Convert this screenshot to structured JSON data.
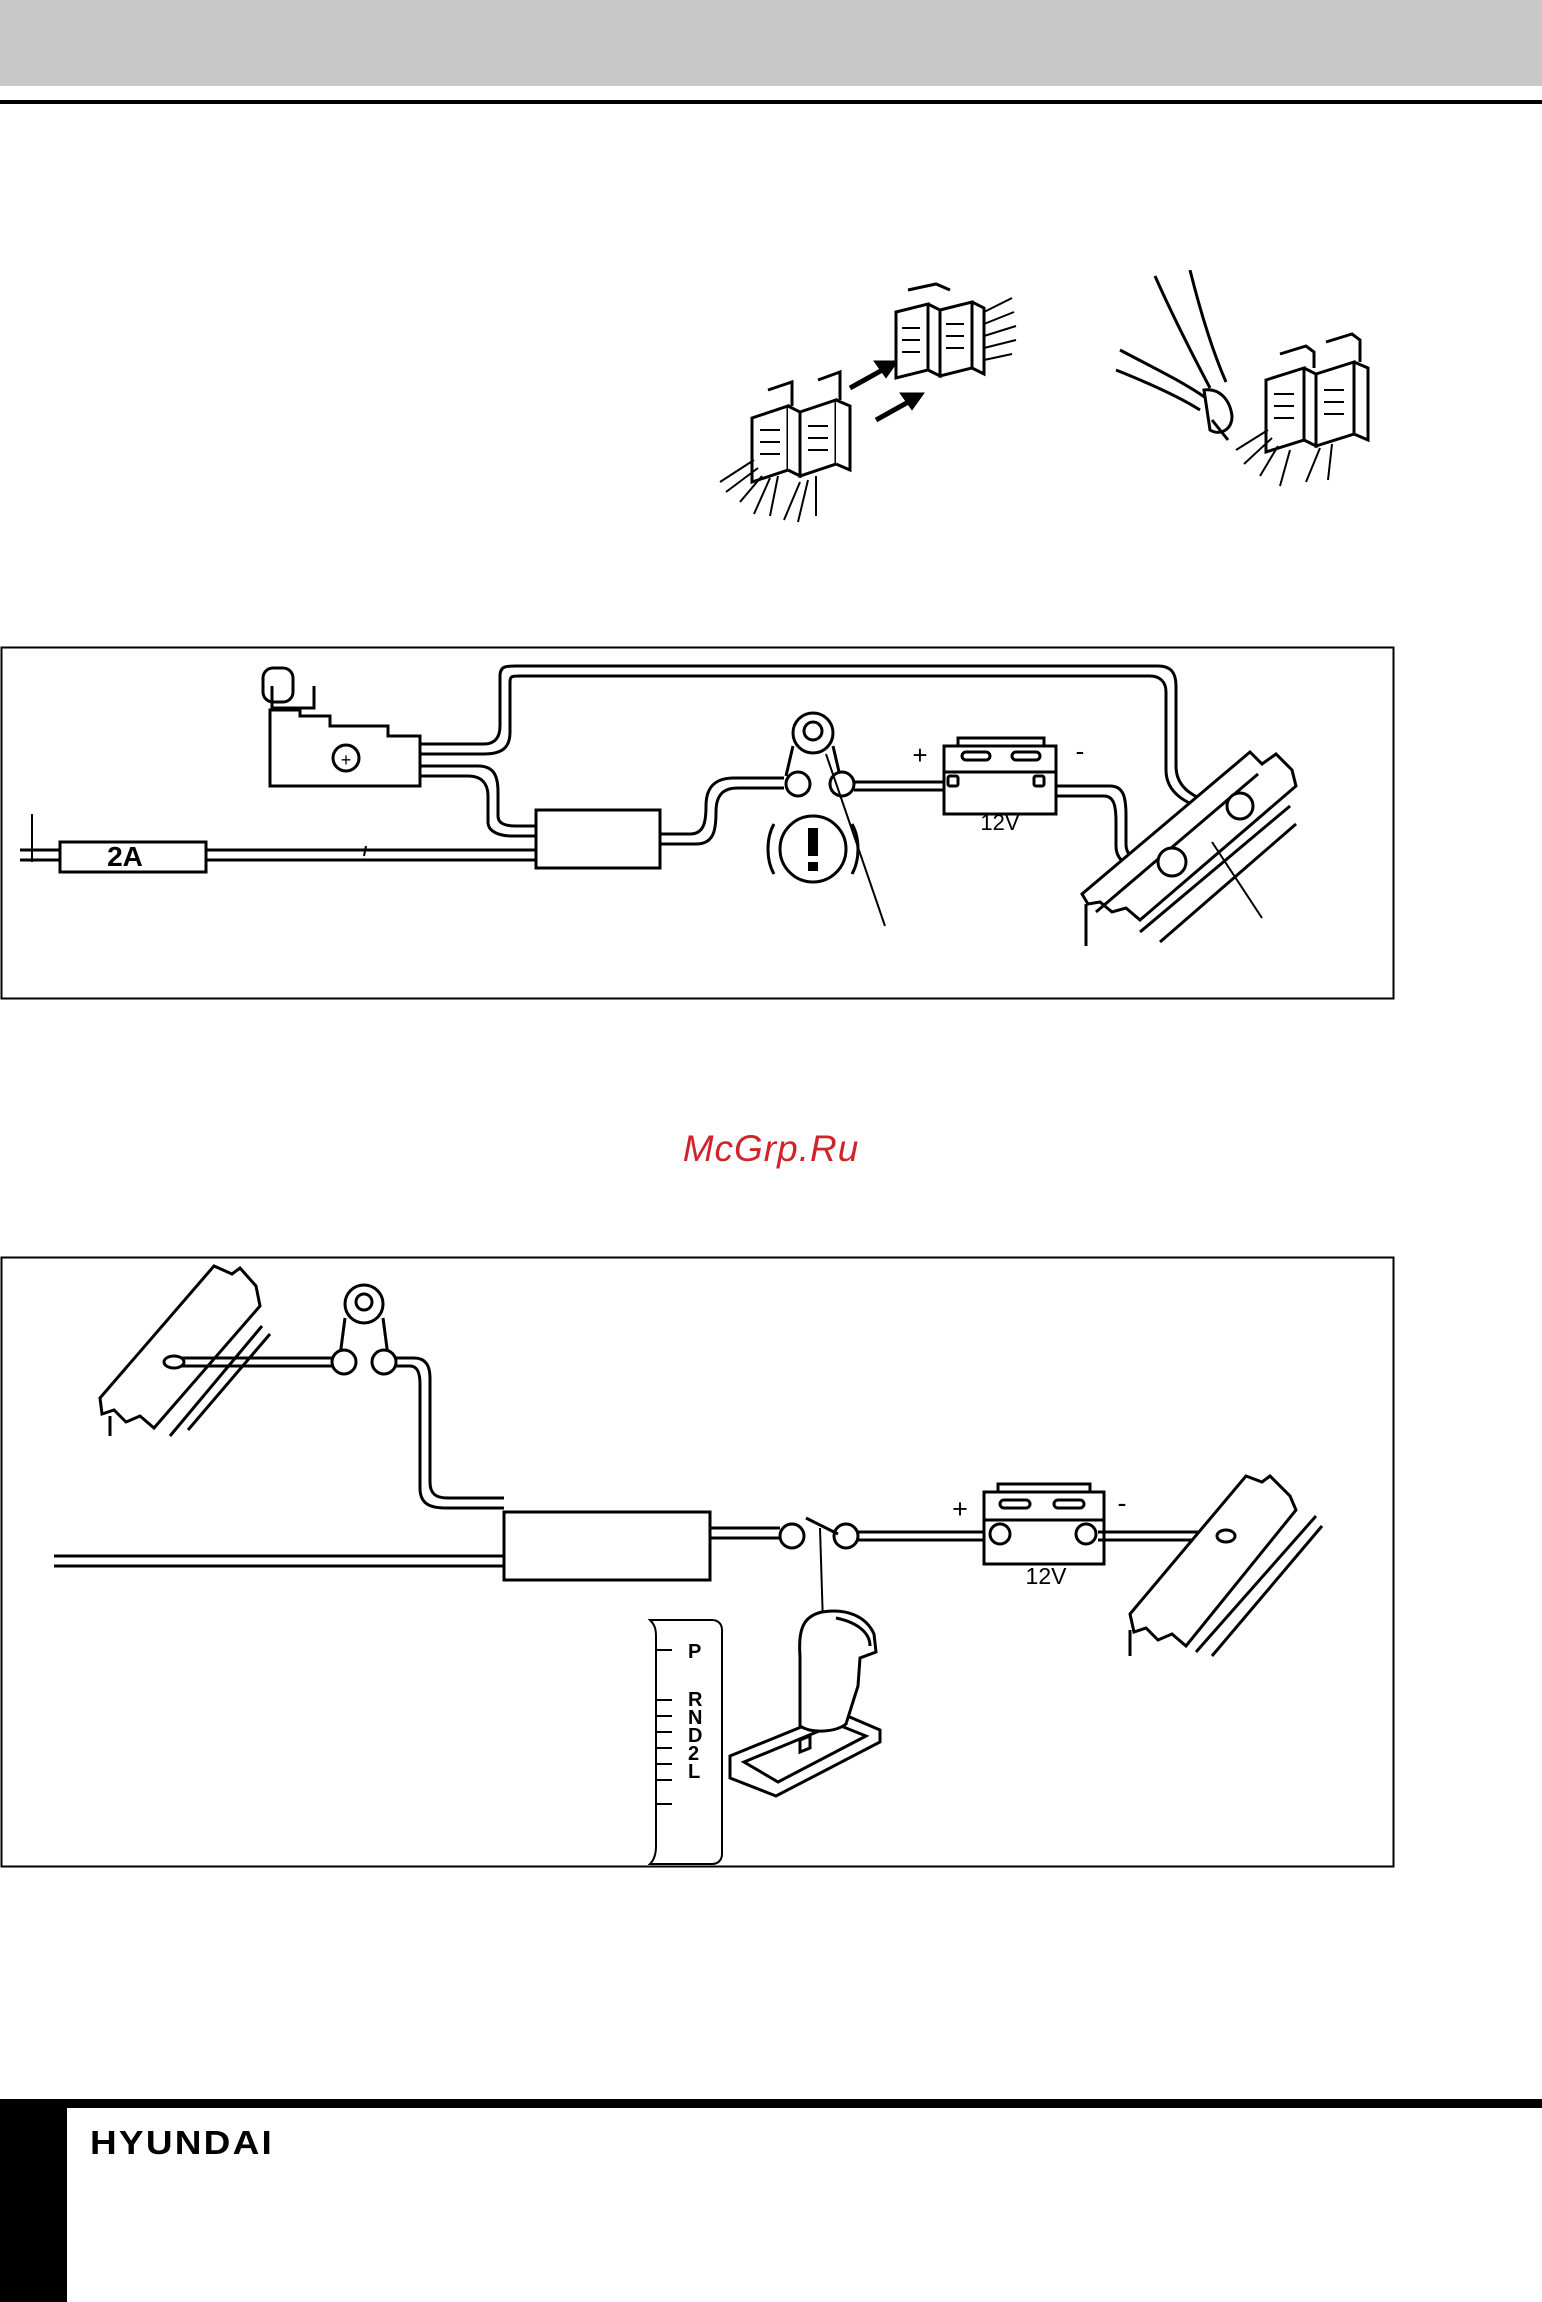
{
  "watermark": "McGrp.Ru",
  "brand": "HYUNDAI",
  "fig1": {
    "fuse_label": "2A",
    "battery_label": "12V",
    "plus_sign": "+",
    "minus_sign": "-",
    "warning_symbol": "!",
    "screw_symbol": "+"
  },
  "fig2": {
    "battery_label": "12V",
    "plus_sign": "+",
    "minus_sign": "-",
    "gear_positions": [
      "P",
      "R",
      "N",
      "D",
      "2",
      "L"
    ]
  },
  "colors": {
    "header_band": "#c8c8c8",
    "watermark": "#d0242b",
    "ink": "#000000"
  }
}
